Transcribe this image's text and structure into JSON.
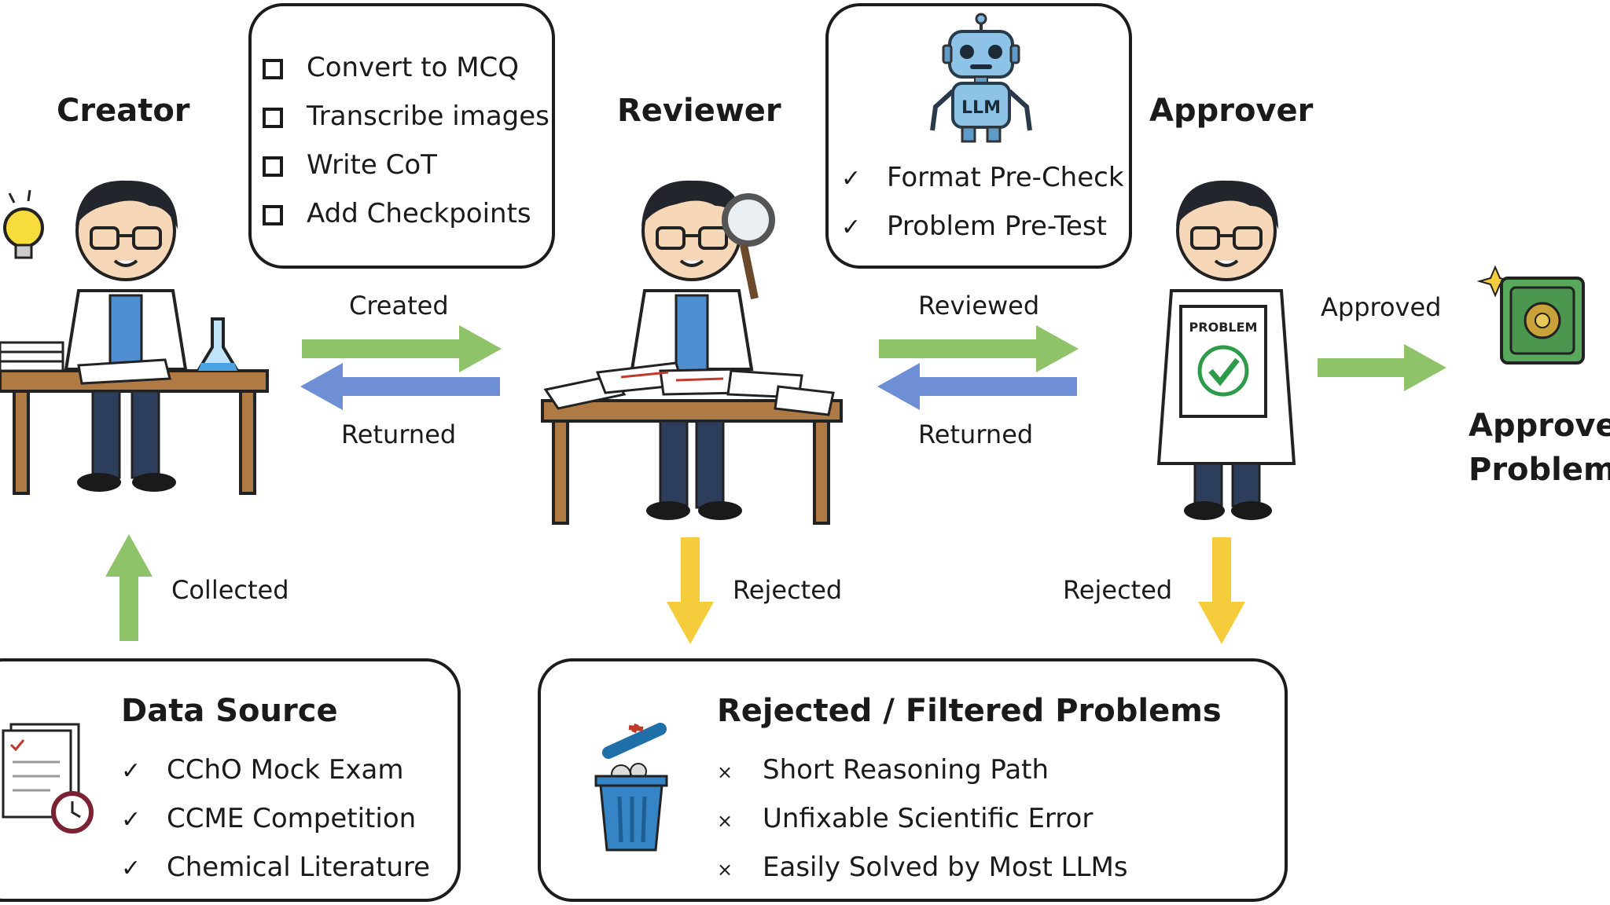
{
  "roles": {
    "creator": "Creator",
    "reviewer": "Reviewer",
    "approver": "Approver"
  },
  "creator_tasks": [
    "Convert to MCQ",
    "Transcribe images",
    "Write CoT",
    "Add Checkpoints"
  ],
  "llm_box": {
    "robot_chest_text": "LLM",
    "checks": [
      "Format Pre-Check",
      "Problem Pre-Test"
    ]
  },
  "flows": {
    "created": "Created",
    "returned_1": "Returned",
    "reviewed": "Reviewed",
    "returned_2": "Returned",
    "approved": "Approved",
    "collected": "Collected",
    "rejected_1": "Rejected",
    "rejected_2": "Rejected"
  },
  "approver_sign": "PROBLEM",
  "approved_output": {
    "line1": "Approved",
    "line2": "Problems"
  },
  "data_source": {
    "title": "Data Source",
    "items": [
      "CChO Mock Exam",
      "CCME Competition",
      "Chemical Literature"
    ]
  },
  "rejected_box": {
    "title": "Rejected / Filtered Problems",
    "items": [
      "Short Reasoning Path",
      "Unfixable Scientific Error",
      "Easily Solved by Most LLMs"
    ]
  },
  "colors": {
    "green_arrow": "#8fc36a",
    "blue_arrow": "#6e8fd6",
    "yellow_arrow": "#f4cc3c",
    "lab_coat": "#ffffff",
    "shirt": "#4f8ed0",
    "desk": "#b07a45"
  }
}
